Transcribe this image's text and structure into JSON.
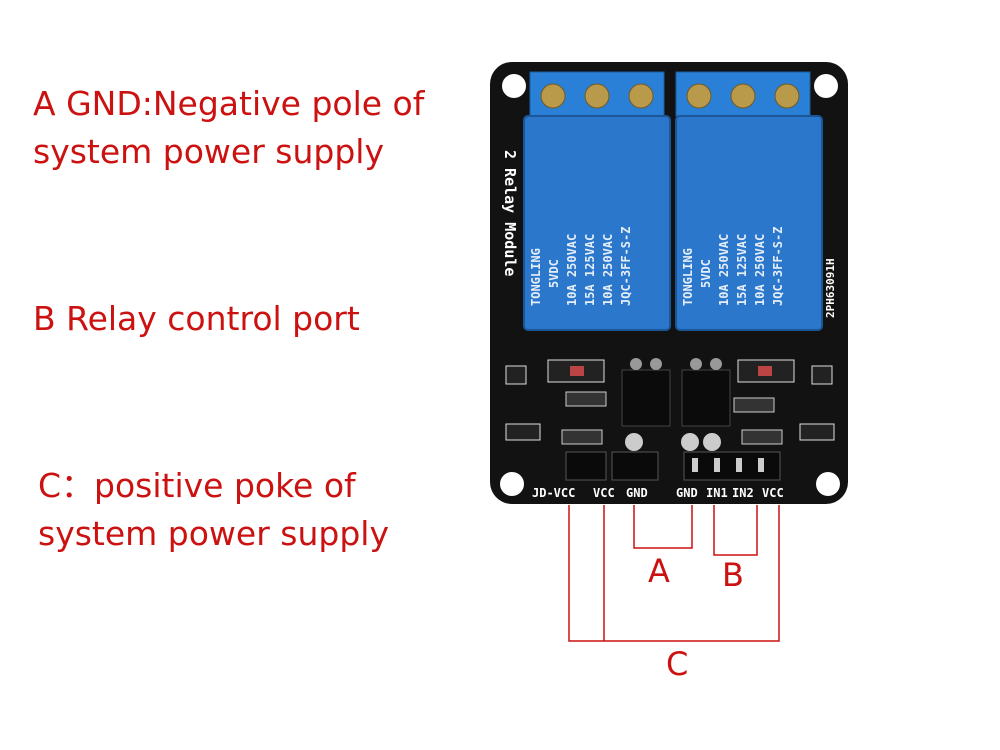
{
  "annotations": {
    "a_line1": "A GND:Negative pole of",
    "a_line2": "system power supply",
    "b_line1": "B Relay control port",
    "c_line1": "C：positive poke of",
    "c_line2": "system power supply"
  },
  "bracket_labels": {
    "a": "A",
    "b": "B",
    "c": "C"
  },
  "board": {
    "silk_title": "2 Relay Module",
    "silk_code": "2PH63091H",
    "pins_left": [
      "JD-VCC",
      "VCC",
      "GND"
    ],
    "pins_right": [
      "GND",
      "IN1",
      "IN2",
      "VCC"
    ],
    "relay_text": [
      "TONGLING",
      "5VDC",
      "10A 250VAC",
      "15A 125VAC",
      "10A 250VAC",
      "JQC-3FF-S-Z"
    ]
  },
  "colors": {
    "annotation": "#cc1111",
    "pcb": "#111111",
    "relay": "#2a77cc",
    "terminal": "#2a80d6"
  }
}
